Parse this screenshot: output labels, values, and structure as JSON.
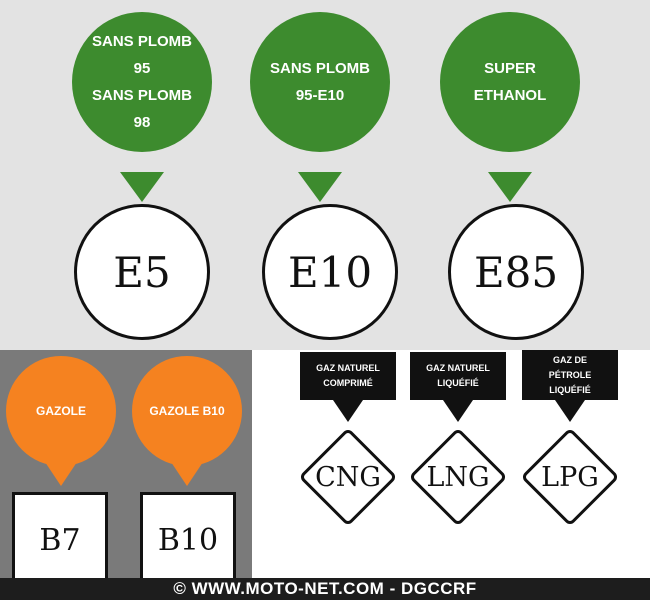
{
  "ethanol": {
    "items": [
      {
        "bubble_lines": [
          "SANS PLOMB",
          "95",
          "SANS PLOMB",
          "98"
        ],
        "code": "E5"
      },
      {
        "bubble_lines": [
          "SANS PLOMB",
          "95-E10"
        ],
        "code": "E10"
      },
      {
        "bubble_lines": [
          "SUPER",
          "ETHANOL"
        ],
        "code": "E85"
      }
    ]
  },
  "diesel": {
    "items": [
      {
        "bubble": "GAZOLE",
        "code": "B7"
      },
      {
        "bubble": "GAZOLE B10",
        "code": "B10"
      }
    ]
  },
  "gas": {
    "items": [
      {
        "box_lines": [
          "GAZ NATUREL",
          "COMPRIMÉ"
        ],
        "code": "CNG"
      },
      {
        "box_lines": [
          "GAZ NATUREL",
          "LIQUÉFIÉ"
        ],
        "code": "LNG"
      },
      {
        "box_lines": [
          "GAZ DE",
          "PÉTROLE",
          "LIQUÉFIÉ"
        ],
        "code": "LPG"
      }
    ]
  },
  "footer": {
    "text": "© WWW.MOTO-NET.COM - DGCCRF"
  },
  "colors": {
    "green": "#3d8b2e",
    "orange": "#f58220",
    "black": "#111111",
    "top_bg": "#e3e3e3",
    "diesel_bg": "#7a7a7a"
  }
}
